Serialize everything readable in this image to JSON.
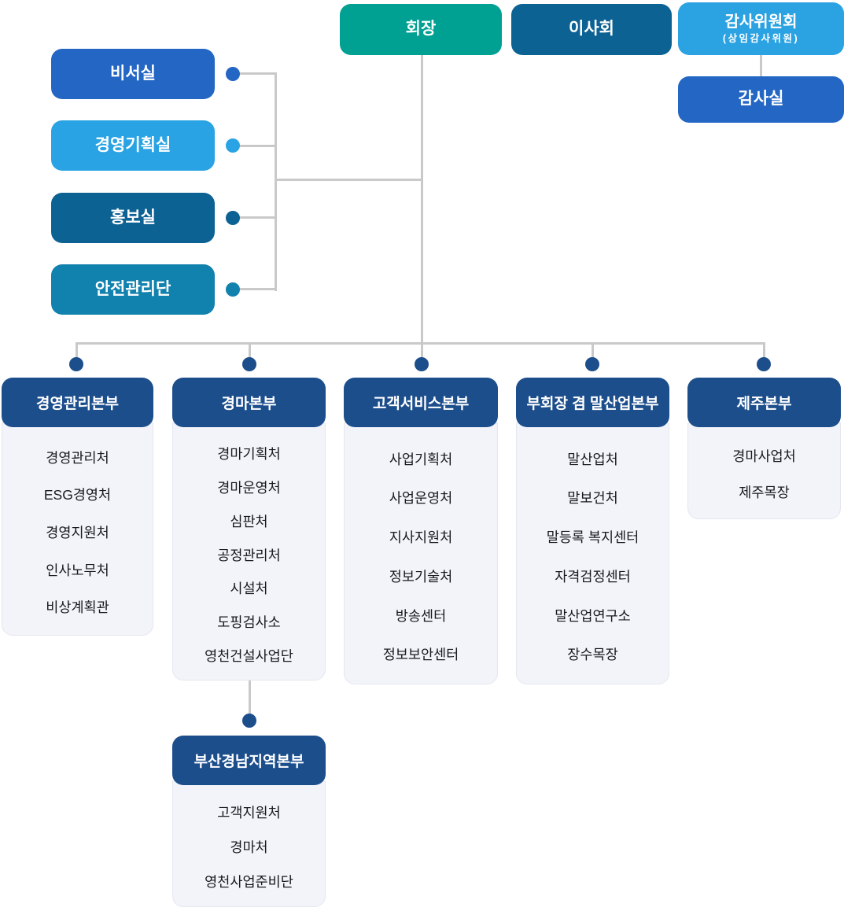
{
  "title": "조직도",
  "colors": {
    "teal": "#00A092",
    "steel_blue": "#0D6294",
    "sky_blue": "#2BA2E2",
    "royal_blue": "#2366C4",
    "cyan_blue": "#1181AE",
    "navy": "#1D4E8C",
    "connector_gray": "#C9C9C9",
    "panel_bg": "#F2F4FA",
    "panel_border": "#E4E7EF",
    "item_text": "#17191E"
  },
  "top": {
    "chairman": "회장",
    "board": "이사회",
    "audit_committee": "감사위원회",
    "audit_committee_sub": "(상임감사위원)",
    "audit_office": "감사실"
  },
  "staff_offices": [
    {
      "label": "비서실",
      "color": "#2366C4"
    },
    {
      "label": "경영기획실",
      "color": "#29A3E3"
    },
    {
      "label": "홍보실",
      "color": "#0D6294"
    },
    {
      "label": "안전관리단",
      "color": "#1181AE"
    }
  ],
  "divisions": [
    {
      "title": "경영관리본부",
      "items": [
        "경영관리처",
        "ESG경영처",
        "경영지원처",
        "인사노무처",
        "비상계획관"
      ]
    },
    {
      "title": "경마본부",
      "items": [
        "경마기획처",
        "경마운영처",
        "심판처",
        "공정관리처",
        "시설처",
        "도핑검사소",
        "영천건설사업단"
      ]
    },
    {
      "title": "고객서비스본부",
      "items": [
        "사업기획처",
        "사업운영처",
        "지사지원처",
        "정보기술처",
        "방송센터",
        "정보보안센터"
      ]
    },
    {
      "title": "부회장 겸 말산업본부",
      "items": [
        "말산업처",
        "말보건처",
        "말등록 복지센터",
        "자격검정센터",
        "말산업연구소",
        "장수목장"
      ]
    },
    {
      "title": "제주본부",
      "items": [
        "경마사업처",
        "제주목장"
      ]
    }
  ],
  "sub_division": {
    "title": "부산경남지역본부",
    "items": [
      "고객지원처",
      "경마처",
      "영천사업준비단"
    ]
  }
}
